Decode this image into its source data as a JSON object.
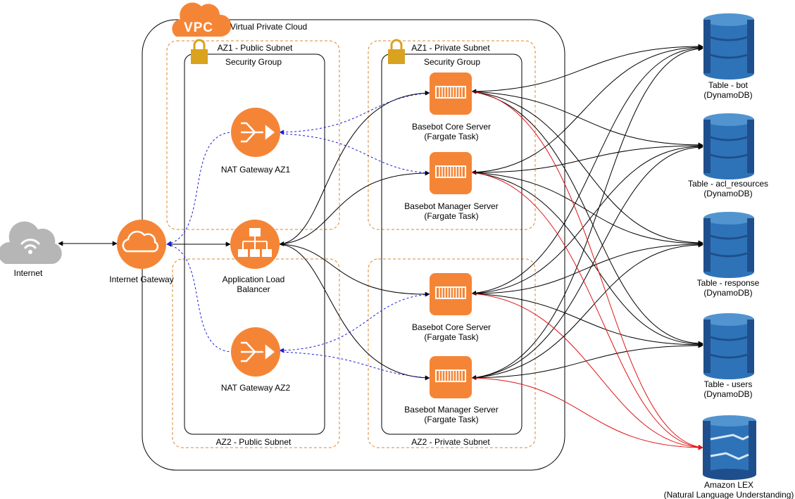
{
  "vpc": {
    "badge": "VPC",
    "label": "Virtual Private Cloud"
  },
  "subnets": {
    "az1_public": "AZ1 - Public Subnet",
    "az1_private": "AZ1 - Private Subnet",
    "az2_public": "AZ2 - Public Subnet",
    "az2_private": "AZ2 - Private Subnet"
  },
  "security_groups": {
    "public": "Security Group",
    "private": "Security Group"
  },
  "internet": {
    "label": "Internet"
  },
  "internet_gateway": {
    "label": "Internet Gateway"
  },
  "nat_az1": {
    "label": "NAT Gateway AZ1"
  },
  "nat_az2": {
    "label": "NAT Gateway AZ2"
  },
  "alb": {
    "line1": "Application Load",
    "line2": "Balancer"
  },
  "core_az1": {
    "line1": "Basebot Core Server",
    "line2": "(Fargate Task)"
  },
  "mgr_az1": {
    "line1": "Basebot Manager Server",
    "line2": "(Fargate Task)"
  },
  "core_az2": {
    "line1": "Basebot Core Server",
    "line2": "(Fargate Task)"
  },
  "mgr_az2": {
    "line1": "Basebot Manager Server",
    "line2": "(Fargate Task)"
  },
  "tables": [
    {
      "line1": "Table - bot",
      "line2": "(DynamoDB)"
    },
    {
      "line1": "Table - acl_resources",
      "line2": "(DynamoDB)"
    },
    {
      "line1": "Table - response",
      "line2": "(DynamoDB)"
    },
    {
      "line1": "Table - users",
      "line2": "(DynamoDB)"
    }
  ],
  "lex": {
    "line1": "Amazon LEX",
    "line2": "(Natural Language Understanding)"
  },
  "colors": {
    "aws_orange": "#F58536",
    "subnet_border": "#E0862E",
    "nat_link": "#1C1CD8",
    "lex_link": "#E01414",
    "dynamo_dark": "#1E4F8C",
    "dynamo_mid": "#2E73B8",
    "dynamo_light": "#5294CF",
    "cloud_grey": "#B6B6B6"
  }
}
